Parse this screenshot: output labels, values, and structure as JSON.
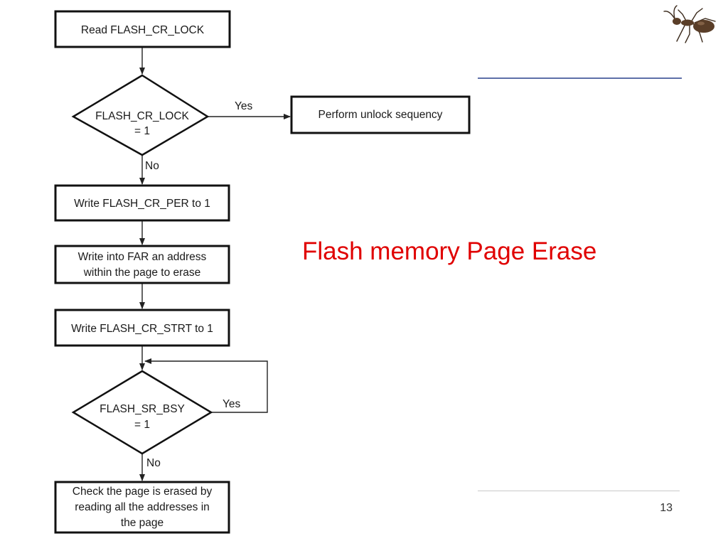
{
  "slide": {
    "title": "Flash memory Page Erase",
    "title_color": "#e00000",
    "page_number": "13",
    "rule_color": "#5e6fa8"
  },
  "logo": {
    "icon": "ant-icon"
  },
  "flowchart": {
    "nodes": {
      "read_lock": {
        "lines": [
          "Read FLASH_CR_LOCK"
        ]
      },
      "check_lock": {
        "lines": [
          "FLASH_CR_LOCK",
          "= 1"
        ]
      },
      "unlock": {
        "lines": [
          "Perform unlock sequency"
        ]
      },
      "write_per": {
        "lines": [
          "Write FLASH_CR_PER to 1"
        ]
      },
      "write_far": {
        "lines": [
          "Write into FAR an address",
          "within the page to erase"
        ]
      },
      "write_strt": {
        "lines": [
          "Write FLASH_CR_STRT to 1"
        ]
      },
      "check_bsy": {
        "lines": [
          "FLASH_SR_BSY",
          "= 1"
        ]
      },
      "verify": {
        "lines": [
          "Check the page is erased by",
          "reading all the addresses in",
          "the page"
        ]
      }
    },
    "edge_labels": {
      "lock_yes": "Yes",
      "lock_no": "No",
      "bsy_yes": "Yes",
      "bsy_no": "No"
    }
  }
}
